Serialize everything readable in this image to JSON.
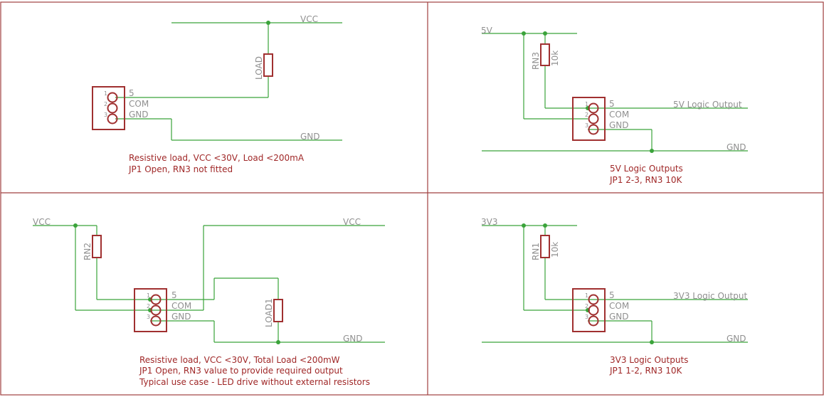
{
  "colors": {
    "frame": "#a04040",
    "wire": "#3aa33a",
    "part": "#a03030",
    "label": "#909090",
    "note": "#a02828"
  },
  "pins": {
    "p1": "1",
    "p2": "2",
    "p3": "3",
    "l1": "5",
    "l2": "COM",
    "l3": "GND"
  },
  "q1": {
    "net_top": "VCC",
    "net_bottom": "GND",
    "load": "LOAD",
    "note1": "Resistive load, VCC <30V, Load <200mA",
    "note2": "JP1 Open, RN3 not fitted"
  },
  "q2": {
    "net_supply": "5V",
    "resistor_name": "RN3",
    "resistor_value": "10k",
    "output": "5V Logic Output",
    "net_bottom": "GND",
    "note1": "5V Logic Outputs",
    "note2": "JP1 2-3, RN3 10K"
  },
  "q3": {
    "net_left": "VCC",
    "net_right": "VCC",
    "resistor_name": "RN2",
    "load": "LOAD1",
    "net_bottom": "GND",
    "note1": "Resistive load, VCC <30V, Total Load <200mW",
    "note2": "JP1 Open, RN3 value to provide required output",
    "note3": "Typical use case - LED drive without external resistors"
  },
  "q4": {
    "net_supply": "3V3",
    "resistor_name": "RN1",
    "resistor_value": "10k",
    "output": "3V3 Logic Output",
    "net_bottom": "GND",
    "note1": "3V3 Logic Outputs",
    "note2": "JP1 1-2, RN3 10K"
  }
}
